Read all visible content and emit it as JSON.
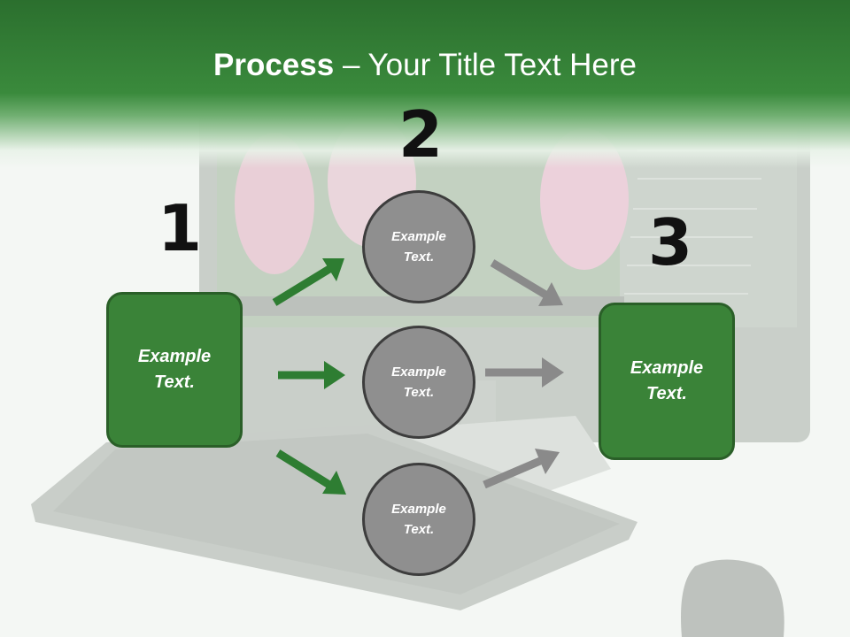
{
  "title": {
    "bold": "Process",
    "rest": " – Your Title Text Here"
  },
  "numbers": [
    "1",
    "2",
    "3"
  ],
  "boxes": [
    {
      "text": "Example Text."
    },
    {
      "text": "Example Text."
    }
  ],
  "circles": [
    {
      "text": "Example Text."
    },
    {
      "text": "Example Text."
    },
    {
      "text": "Example Text."
    }
  ],
  "colors": {
    "header_green": "#2b6f2e",
    "box_green": "#3a8338",
    "arrow_green": "#2e7d32",
    "circle_gray": "#8f8f8f",
    "arrow_gray": "#8a8a8a"
  }
}
